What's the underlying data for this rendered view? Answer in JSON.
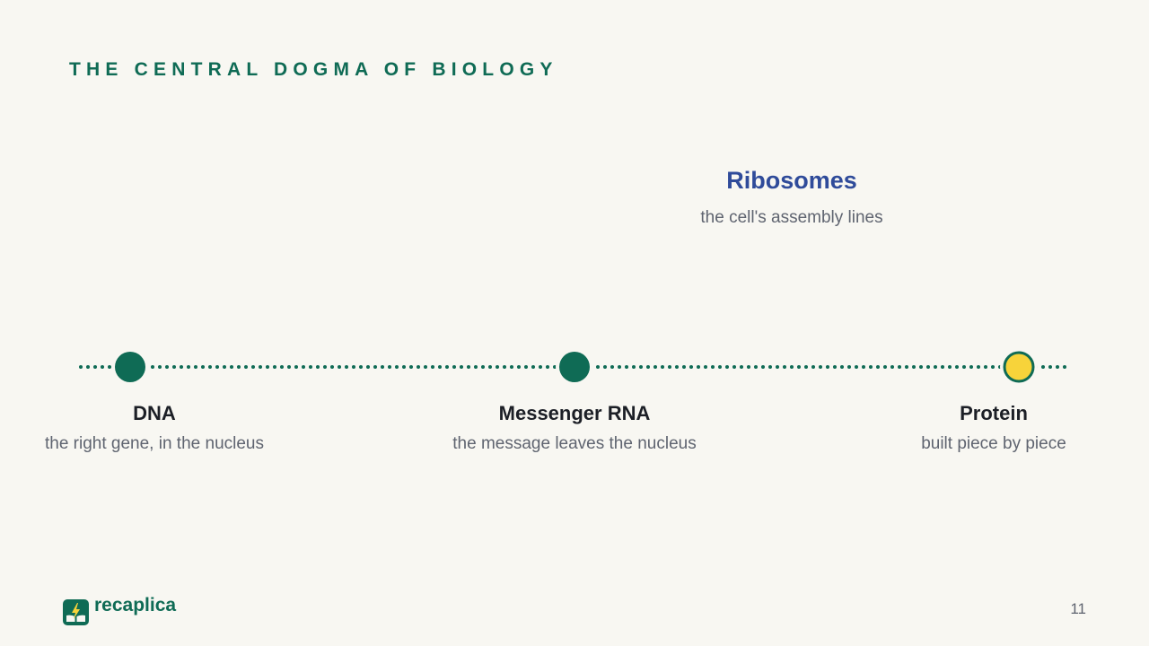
{
  "slide": {
    "title": "THE CENTRAL DOGMA OF BIOLOGY",
    "page_number": "11"
  },
  "callout": {
    "title": "Ribosomes",
    "subtitle": "the cell's assembly lines"
  },
  "timeline": {
    "nodes": [
      {
        "label": "DNA",
        "sublabel": "the right gene, in the nucleus",
        "state": "complete"
      },
      {
        "label": "Messenger RNA",
        "sublabel": "the message leaves the nucleus",
        "state": "complete"
      },
      {
        "label": "Protein",
        "sublabel": "built piece by piece",
        "state": "current"
      }
    ]
  },
  "brand": {
    "name": "recaplica",
    "icon": "book-lightning-icon"
  },
  "colors": {
    "accent": "#0f6b55",
    "callout": "#2f4b9a",
    "highlight": "#f7d33a",
    "background": "#f8f7f2"
  }
}
